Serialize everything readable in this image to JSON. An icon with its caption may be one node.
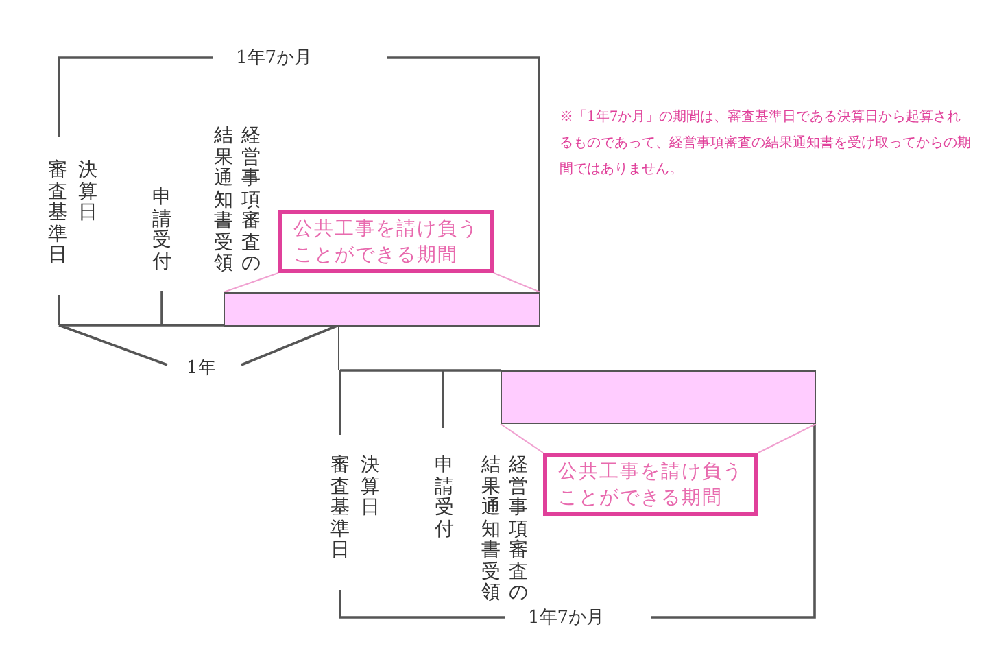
{
  "diagram": {
    "nodes": [
      {
        "text": [
          "公共工事を請け負うことができる期間"
        ]
      },
      {
        "text": [],
        "shape": "bar"
      },
      {
        "text": [],
        "shape": "bar"
      },
      {
        "text": [
          "公共工事を請け負うことができる期間"
        ]
      }
    ],
    "edges": [
      {
        "from": 0,
        "to": 1,
        "arrow": "none"
      },
      {
        "from": 0,
        "to": 1,
        "arrow": "none"
      },
      {
        "from": 3,
        "to": 2,
        "arrow": "none"
      },
      {
        "from": 3,
        "to": 2,
        "arrow": "none"
      }
    ],
    "labels": [
      "1年7か月",
      "※「1年7か月」の期間は、審査基準日である決算日から起算されるものであって、経営事項審査の結果通知書を受け取ってからの期間ではありません。",
      "経営事項審査の結果通知書受領",
      "決算日",
      "審査基準日",
      "申請受付",
      "1年",
      "経営事項審査の結果通知書受領",
      "決算日",
      "審査基準日",
      "申請受付",
      "1年7か月"
    ]
  }
}
